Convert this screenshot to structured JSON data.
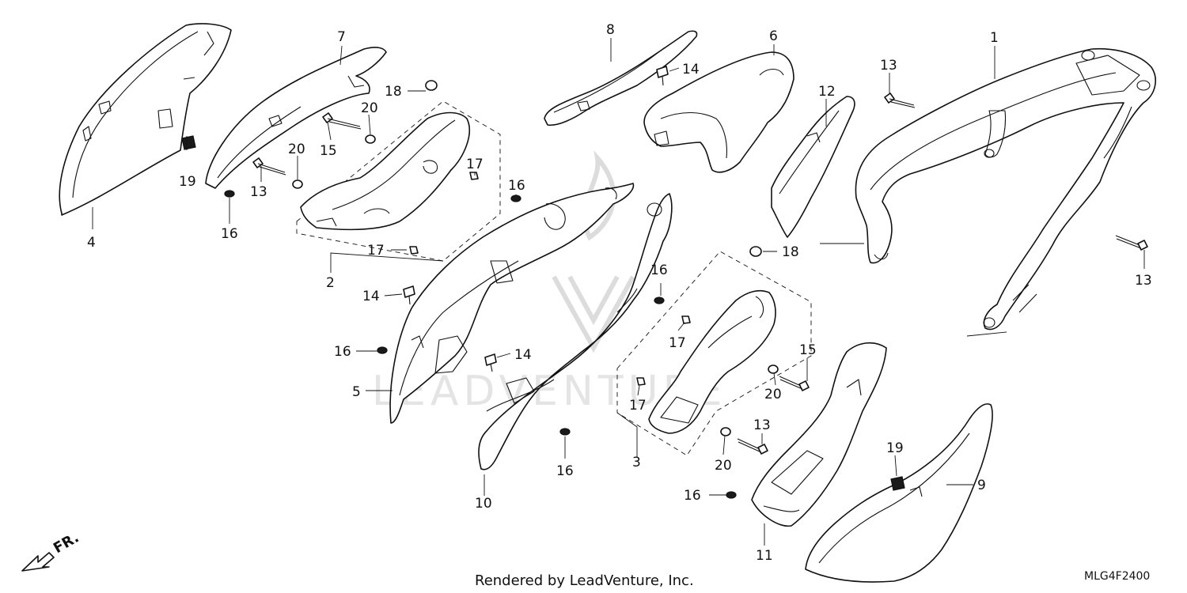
{
  "diagram": {
    "callouts": {
      "c1": "1",
      "c2": "2",
      "c3": "3",
      "c4": "4",
      "c5": "5",
      "c6": "6",
      "c7": "7",
      "c8": "8",
      "c9": "9",
      "c10": "10",
      "c11": "11",
      "c12": "12",
      "c13a": "13",
      "c13b": "13",
      "c13c": "13",
      "c13d": "13",
      "c14a": "14",
      "c14b": "14",
      "c14c": "14",
      "c15a": "15",
      "c15b": "15",
      "c16a": "16",
      "c16b": "16",
      "c16c": "16",
      "c16d": "16",
      "c16e": "16",
      "c16f": "16",
      "c17a": "17",
      "c17b": "17",
      "c17c": "17",
      "c17d": "17",
      "c18a": "18",
      "c18b": "18",
      "c19a": "19",
      "c19b": "19",
      "c20a": "20",
      "c20b": "20",
      "c20c": "20",
      "c20d": "20"
    },
    "direction_label": "FR.",
    "rendered_by": "Rendered by LeadVenture, Inc.",
    "diagram_code": "MLG4F2400",
    "watermark_text": "LEADVENTURE"
  }
}
